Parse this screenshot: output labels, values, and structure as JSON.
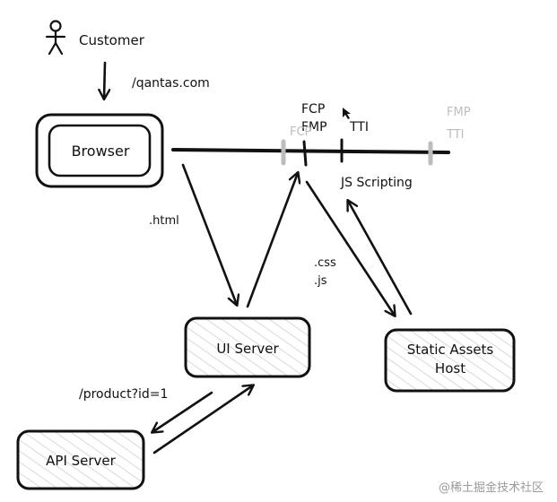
{
  "nodes": {
    "customer": "Customer",
    "browser": "Browser",
    "ui_server": "UI Server",
    "static_assets_host_line1": "Static Assets",
    "static_assets_host_line2": "Host",
    "api_server": "API Server"
  },
  "edge_labels": {
    "url": "/qantas.com",
    "html": ".html",
    "css": ".css",
    "js": ".js",
    "product": "/product?id=1"
  },
  "timeline": {
    "fcp": "FCP",
    "fmp": "FMP",
    "tti": "TTI",
    "js_scripting": "JS Scripting",
    "faded_fcp": "FCP",
    "faded_fmp": "FMP",
    "faded_tti": "TTI"
  },
  "watermark": "@稀土掘金技术社区",
  "colors": {
    "ink": "#111111",
    "faded": "#bdbdbd",
    "hatch": "#c8c8c8",
    "watermark": "#9a9a9a"
  }
}
